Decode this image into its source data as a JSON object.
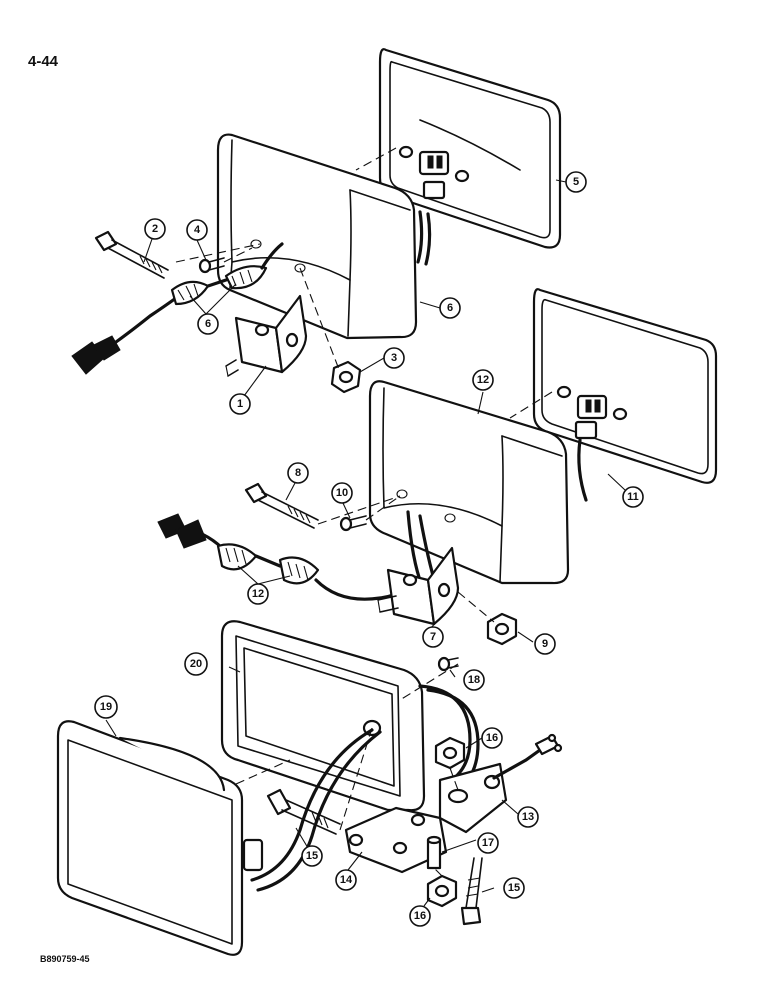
{
  "page": {
    "number": "4-44",
    "figure_id": "B890759-45"
  },
  "callouts": {
    "c1": "1",
    "c2": "2",
    "c3": "3",
    "c4": "4",
    "c5": "5",
    "c6a": "6",
    "c6b": "6",
    "c7": "7",
    "c8": "8",
    "c9": "9",
    "c10": "10",
    "c11": "11",
    "c12a": "12",
    "c12b": "12",
    "c13": "13",
    "c14": "14",
    "c15a": "15",
    "c15b": "15",
    "c16a": "16",
    "c16b": "16",
    "c17": "17",
    "c18": "18",
    "c19": "19",
    "c20": "20"
  }
}
